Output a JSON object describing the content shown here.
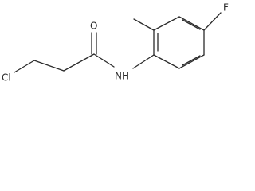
{
  "molecule": {
    "atoms": {
      "cl": "Cl",
      "o": "O",
      "nh": "NH",
      "f": "F"
    }
  }
}
